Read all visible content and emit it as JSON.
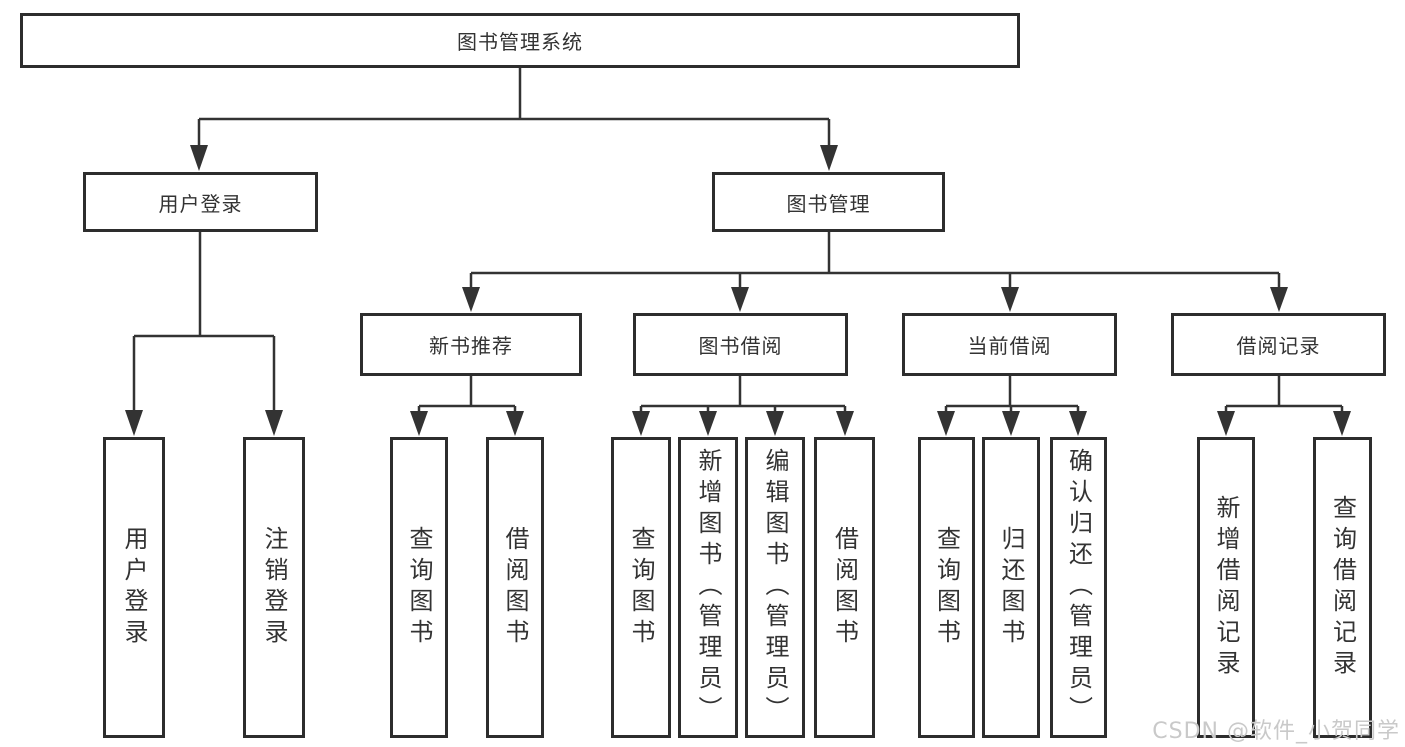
{
  "watermark": "CSDN @软件_小贺同学",
  "colors": {
    "background": "#ffffff",
    "box_border": "#2d2d2d",
    "line": "#333333",
    "text": "#333333",
    "watermark": "#c9c9c9"
  },
  "hierarchy": {
    "label": "图书管理系统",
    "children": [
      {
        "label": "用户登录",
        "children": [
          {
            "label": "用户登录"
          },
          {
            "label": "注销登录"
          }
        ]
      },
      {
        "label": "图书管理",
        "children": [
          {
            "label": "新书推荐",
            "children": [
              {
                "label": "查询图书"
              },
              {
                "label": "借阅图书"
              }
            ]
          },
          {
            "label": "图书借阅",
            "children": [
              {
                "label": "查询图书"
              },
              {
                "label": "新增图书（管理员）"
              },
              {
                "label": "编辑图书（管理员）"
              },
              {
                "label": "借阅图书"
              }
            ]
          },
          {
            "label": "当前借阅",
            "children": [
              {
                "label": "查询图书"
              },
              {
                "label": "归还图书"
              },
              {
                "label": "确认归还（管理员）"
              }
            ]
          },
          {
            "label": "借阅记录",
            "children": [
              {
                "label": "新增借阅记录"
              },
              {
                "label": "查询借阅记录"
              }
            ]
          }
        ]
      }
    ]
  }
}
